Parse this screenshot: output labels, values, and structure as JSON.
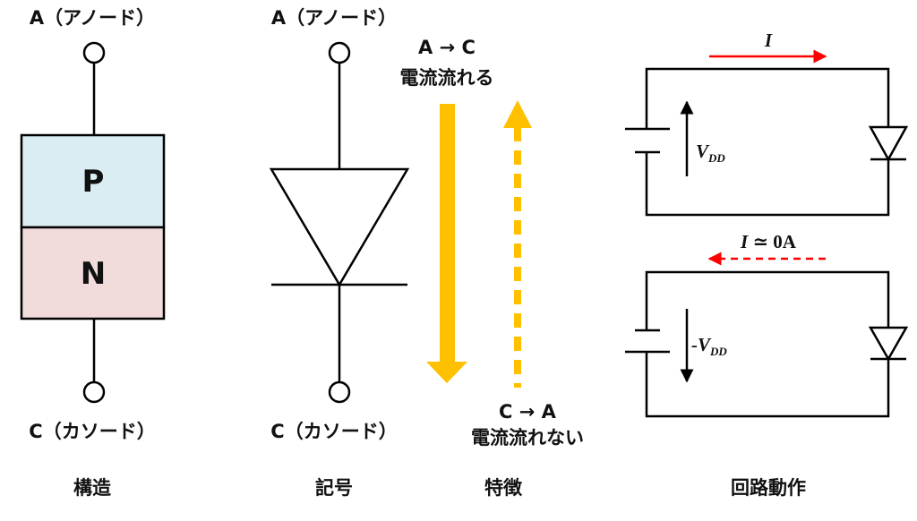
{
  "structure": {
    "anode_label": "A（アノード）",
    "cathode_label": "C（カソード）",
    "p_label": "P",
    "n_label": "N",
    "section_title": "構造",
    "colors": {
      "p_fill": "#daedf3",
      "n_fill": "#f2dcdb"
    }
  },
  "symbol": {
    "anode_label": "A（アノード）",
    "cathode_label": "C（カソード）",
    "section_title": "記号"
  },
  "characteristics": {
    "forward_direction": "A → C",
    "forward_text": "電流流れる",
    "reverse_direction": "C → A",
    "reverse_text": "電流流れない",
    "section_title": "特徴",
    "colors": {
      "arrow": "#ffc000"
    }
  },
  "circuit": {
    "forward_current": "I",
    "forward_voltage_main": "V",
    "forward_voltage_sub": "DD",
    "reverse_current_symbol": "I",
    "reverse_current_rest": " ≃ 0A",
    "reverse_voltage_prefix": "-",
    "reverse_voltage_main": "V",
    "reverse_voltage_sub": "DD",
    "section_title": "回路動作",
    "colors": {
      "current_arrow": "#ff0000"
    }
  }
}
